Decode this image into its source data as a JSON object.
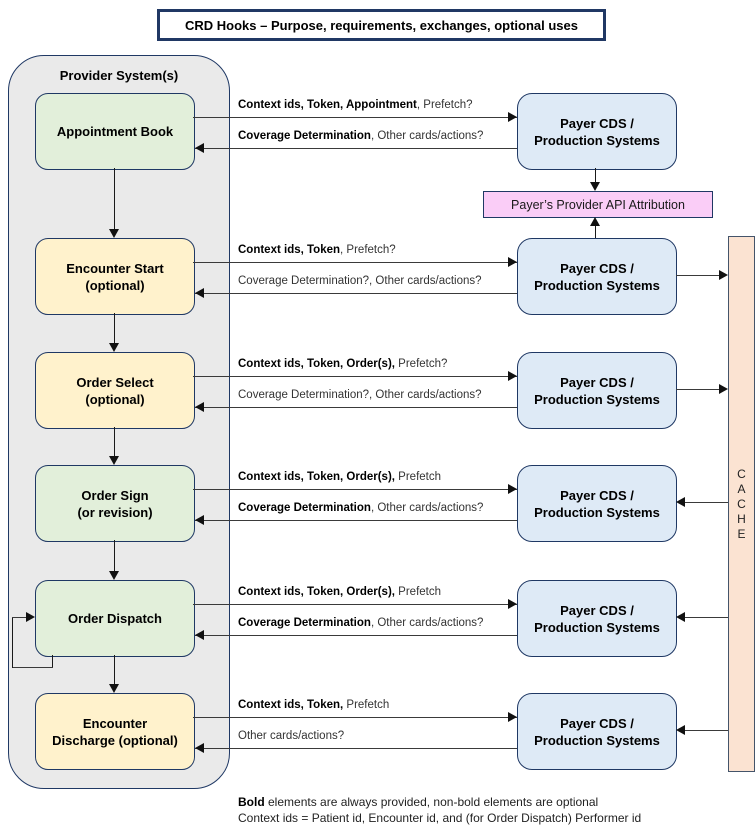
{
  "title": "CRD Hooks – Purpose, requirements, exchanges, optional uses",
  "provider_container": {
    "label": "Provider System(s)"
  },
  "colors": {
    "border_navy": "#1F3864",
    "hook_green": "#E2EFDA",
    "hook_yellow": "#FFF2CC",
    "payer_blue": "#DEEAF6",
    "attribution_pink": "#FACDF7",
    "cache_peach": "#FBE3D2",
    "container_gray": "#EAEAEA"
  },
  "rows": [
    {
      "hook": {
        "line1": "Appointment Book",
        "line2": ""
      },
      "request": {
        "bold": "Context ids, Token, Appointment",
        "rest": ", Prefetch?"
      },
      "response": {
        "bold": "Coverage Determination",
        "rest": ", Other cards/actions?"
      },
      "payer": {
        "line1": "Payer CDS /",
        "line2": "Production Systems"
      }
    },
    {
      "hook": {
        "line1": "Encounter Start",
        "line2": "(optional)"
      },
      "request": {
        "bold": "Context ids, Token",
        "rest": ", Prefetch?"
      },
      "response": {
        "bold": "",
        "rest": "Coverage Determination?, Other cards/actions?"
      },
      "payer": {
        "line1": "Payer CDS /",
        "line2": "Production Systems"
      }
    },
    {
      "hook": {
        "line1": "Order Select",
        "line2": "(optional)"
      },
      "request": {
        "bold": "Context ids, Token, Order(s),",
        "rest": " Prefetch?"
      },
      "response": {
        "bold": "",
        "rest": "Coverage Determination?, Other cards/actions?"
      },
      "payer": {
        "line1": "Payer CDS /",
        "line2": "Production Systems"
      }
    },
    {
      "hook": {
        "line1": "Order Sign",
        "line2": "(or revision)"
      },
      "request": {
        "bold": "Context ids, Token, Order(s),",
        "rest": " Prefetch"
      },
      "response": {
        "bold": "Coverage Determination",
        "rest": ", Other cards/actions?"
      },
      "payer": {
        "line1": "Payer CDS /",
        "line2": "Production Systems"
      }
    },
    {
      "hook": {
        "line1": "Order Dispatch",
        "line2": ""
      },
      "request": {
        "bold": "Context ids, Token, Order(s),",
        "rest": " Prefetch"
      },
      "response": {
        "bold": "Coverage Determination",
        "rest": ", Other cards/actions?"
      },
      "payer": {
        "line1": "Payer CDS /",
        "line2": "Production Systems"
      }
    },
    {
      "hook": {
        "line1": "Encounter",
        "line2": "Discharge (optional)"
      },
      "request": {
        "bold": "Context ids, Token,",
        "rest": " Prefetch"
      },
      "response": {
        "bold": "",
        "rest": "Other cards/actions?"
      },
      "payer": {
        "line1": "Payer CDS /",
        "line2": "Production Systems"
      }
    }
  ],
  "attribution": {
    "label": "Payer’s Provider API Attribution"
  },
  "cache": {
    "label": "C\nA\nC\nH\nE"
  },
  "footer": {
    "line1_bold": "Bold",
    "line1_rest": " elements are always provided, non-bold elements are optional",
    "line2": "Context ids = Patient id, Encounter id, and (for Order Dispatch) Performer id"
  }
}
